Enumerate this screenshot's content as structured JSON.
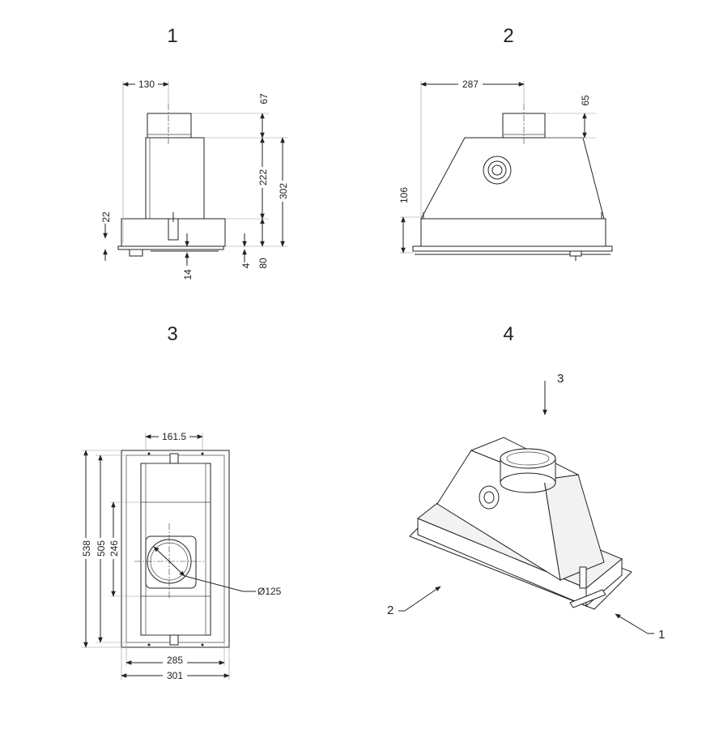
{
  "views": [
    {
      "label": "1"
    },
    {
      "label": "2"
    },
    {
      "label": "3"
    },
    {
      "label": "4"
    }
  ],
  "dims": {
    "v1_width": "130",
    "v1_top": "67",
    "v1_body": "222",
    "v1_total": "302",
    "v1_base": "22",
    "v1_bottom": "14",
    "v1_lip": "4",
    "v1_base2": "80",
    "v2_width": "287",
    "v2_top": "65",
    "v2_side": "106",
    "v3_top": "161.5",
    "v3_h1": "538",
    "v3_h2": "505",
    "v3_h3": "246",
    "v3_diam": "Ø125",
    "v3_w1": "285",
    "v3_w2": "301"
  },
  "callouts": [
    {
      "label": "3"
    },
    {
      "label": "2"
    },
    {
      "label": "1"
    }
  ]
}
